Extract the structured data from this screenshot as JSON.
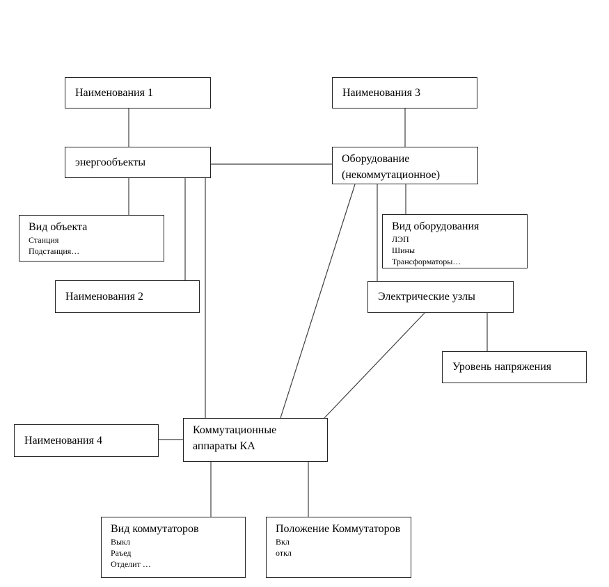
{
  "diagram": {
    "colors": {
      "background": "#ffffff",
      "box_border": "#232323",
      "connector_line": "#3f3f3f",
      "text": "#000000"
    },
    "boxes": {
      "names1": {
        "title": "Наименования 1"
      },
      "names2": {
        "title": "Наименования 2"
      },
      "names3": {
        "title": "Наименования 3"
      },
      "names4": {
        "title": "Наименования 4"
      },
      "energy_objects": {
        "title": "энергообъекты"
      },
      "equipment": {
        "title": "Оборудование (некоммутационное)"
      },
      "object_type": {
        "title": "Вид объекта",
        "items": [
          "Станция",
          "Подстанция…"
        ]
      },
      "equipment_type": {
        "title": "Вид оборудования",
        "items": [
          "ЛЭП",
          "Шины",
          "Трансформаторы…"
        ]
      },
      "electrical_nodes": {
        "title": "Электрические узлы"
      },
      "voltage_level": {
        "title": "Уровень напряжения"
      },
      "switching_devices": {
        "title": "Коммутационные аппараты КА"
      },
      "switch_type": {
        "title": "Вид коммутаторов",
        "items": [
          "Выкл",
          "Раъед",
          "Отделит …"
        ]
      },
      "switch_position": {
        "title": "Положение Коммутаторов",
        "items": [
          "Вкл",
          "откл"
        ]
      }
    },
    "edges": [
      {
        "from": "names1",
        "to": "energy_objects"
      },
      {
        "from": "energy_objects",
        "to": "equipment"
      },
      {
        "from": "names3",
        "to": "equipment"
      },
      {
        "from": "energy_objects",
        "to": "object_type"
      },
      {
        "from": "energy_objects",
        "to": "names2"
      },
      {
        "from": "energy_objects",
        "to": "switching_devices"
      },
      {
        "from": "equipment",
        "to": "switching_devices"
      },
      {
        "from": "equipment",
        "to": "electrical_nodes"
      },
      {
        "from": "equipment",
        "to": "equipment_type"
      },
      {
        "from": "electrical_nodes",
        "to": "switching_devices"
      },
      {
        "from": "electrical_nodes",
        "to": "voltage_level"
      },
      {
        "from": "names4",
        "to": "switching_devices"
      },
      {
        "from": "switching_devices",
        "to": "switch_type"
      },
      {
        "from": "switching_devices",
        "to": "switch_position"
      }
    ]
  }
}
